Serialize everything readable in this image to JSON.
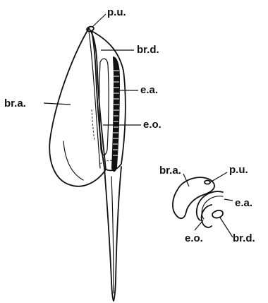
{
  "labels": {
    "pu_main": "p.u.",
    "brd_main": "br.d.",
    "bra_main": "br.a.",
    "ea_main": "e.a.",
    "eo_main": "e.o.",
    "bra_small": "br.a.",
    "pu_small": "p.u.",
    "ea_small": "e.a.",
    "eo_small": "e.o.",
    "brd_small": "br.d."
  },
  "colors": {
    "ink": "#111111",
    "background": "#ffffff"
  }
}
